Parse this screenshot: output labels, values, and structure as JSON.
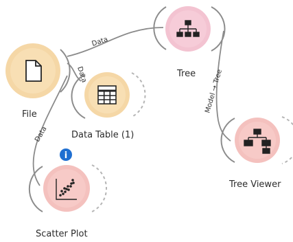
{
  "canvas": {
    "nodes": [
      {
        "id": "file",
        "title": "File",
        "icon": "document-icon",
        "color": "#f7d9a8",
        "ring": "#ecc68a"
      },
      {
        "id": "data-table",
        "title": "Data Table (1)",
        "icon": "table-icon",
        "color": "#f7d9a8",
        "ring": "#ecc68a"
      },
      {
        "id": "tree",
        "title": "Tree",
        "icon": "tree-icon",
        "color": "#f3c5d3",
        "ring": "#e8aabd"
      },
      {
        "id": "tree-viewer",
        "title": "Tree Viewer",
        "icon": "tree-viewer-icon",
        "color": "#f5c3c0",
        "ring": "#ea a7a3"
      },
      {
        "id": "scatter-plot",
        "title": "Scatter Plot",
        "icon": "scatter-plot-icon",
        "color": "#f5c3c0",
        "ring": "#eaa7a3"
      }
    ],
    "links": [
      {
        "from": "file",
        "to": "tree",
        "label": "Data"
      },
      {
        "from": "file",
        "to": "data-table",
        "label": "Data"
      },
      {
        "from": "file",
        "to": "scatter-plot",
        "label": "Data"
      },
      {
        "from": "tree",
        "to": "tree-viewer",
        "label": "Model → Tree"
      }
    ],
    "info_badge": {
      "text": "i",
      "color": "#1f6fd1"
    },
    "colors": {
      "link": "#7d7d7d",
      "anchor": "#8c8c8c",
      "dashed_ring": "#b5b5b5"
    }
  }
}
